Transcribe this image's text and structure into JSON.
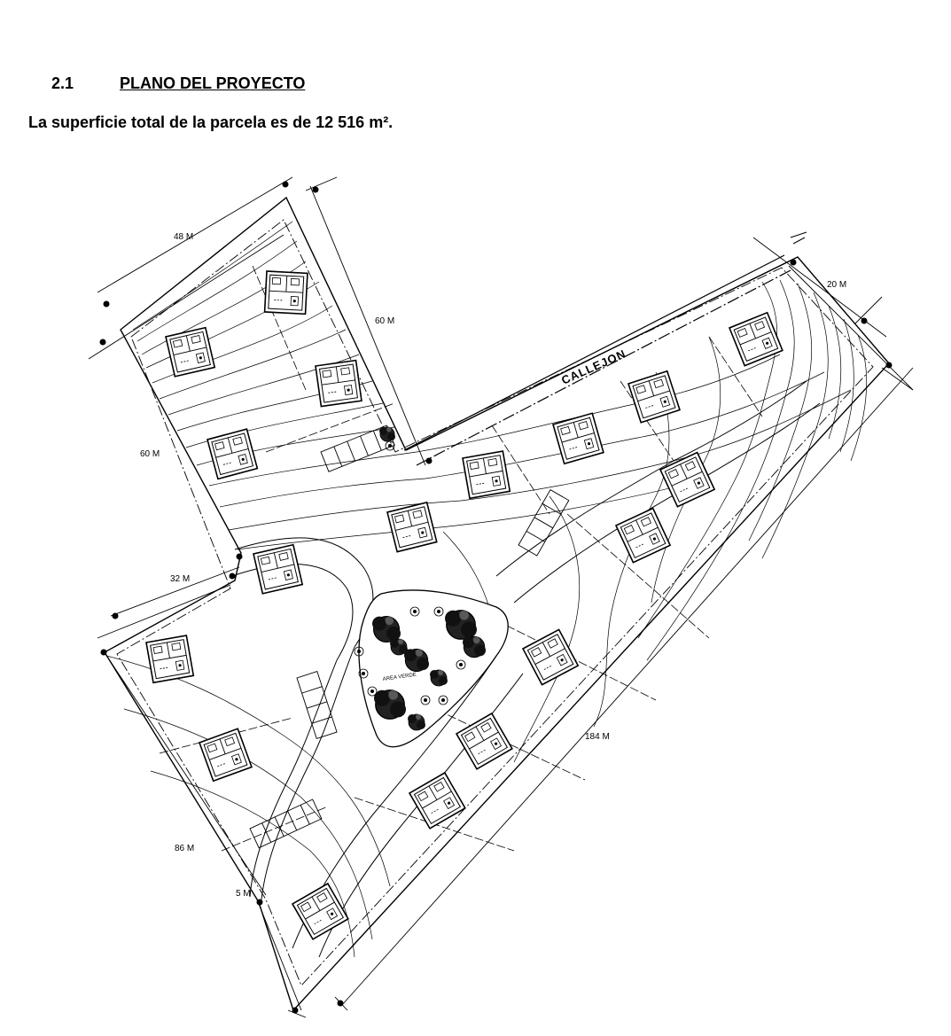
{
  "section": {
    "number": "2.1",
    "title": "PLANO DEL PROYECTO"
  },
  "intro": {
    "text": "La superficie total de la parcela es de 12 516 m²."
  },
  "plan": {
    "road_label": "CALLEJON",
    "green_area_label": "AREA VERDE",
    "dimensions": {
      "top_edge": "48 M",
      "upper_right_edge": "60 M",
      "left_upper_edge": "60 M",
      "right_end_edge": "20 M",
      "left_step_edge": "32 M",
      "long_diagonal_edge": "184 M",
      "left_lower_edge": "86 M",
      "bottom_edge": "5 M"
    }
  }
}
